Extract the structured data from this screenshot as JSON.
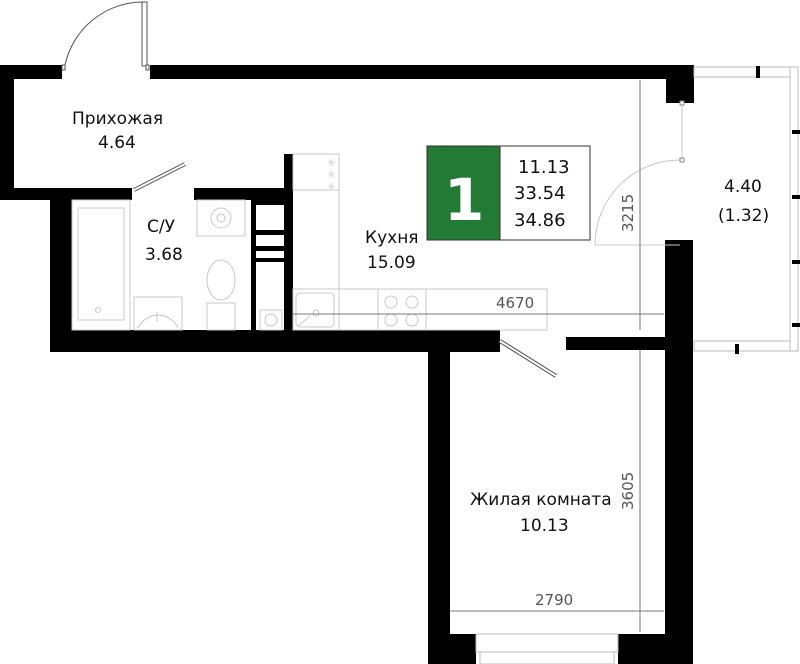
{
  "plan": {
    "rooms_count": "1",
    "summary": {
      "living_area": "11.13",
      "total_area": "33.54",
      "total_area_with_balcony": "34.86"
    },
    "rooms": [
      {
        "name": "Прихожая",
        "area": "4.64"
      },
      {
        "name": "С/У",
        "area": "3.68"
      },
      {
        "name": "Кухня",
        "area": "15.09"
      },
      {
        "name": "Жилая комната",
        "area": "10.13"
      },
      {
        "name": "",
        "area": "4.40",
        "area_reduced": "(1.32)"
      }
    ],
    "dimensions": {
      "kitchen_width": "4670",
      "kitchen_depth": "3215",
      "living_depth": "3605",
      "living_width": "2790"
    },
    "colors": {
      "badge": "#237a35",
      "wall": "#000000"
    }
  }
}
